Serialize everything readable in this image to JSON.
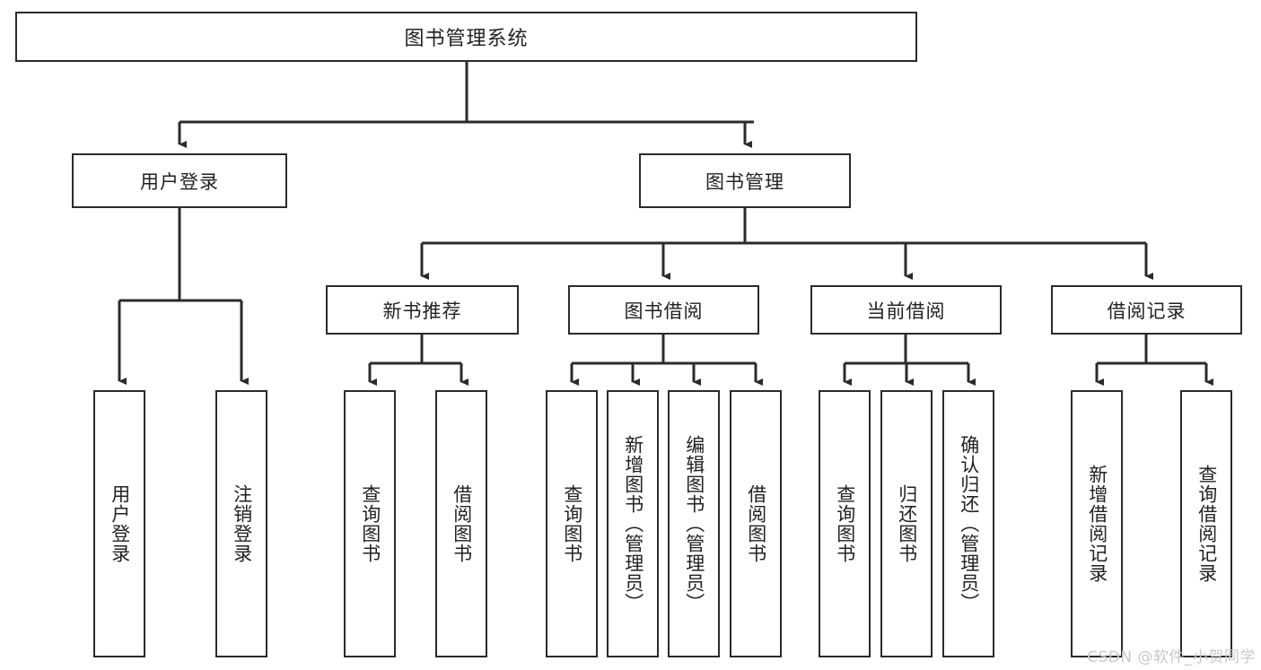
{
  "diagram": {
    "type": "tree-hierarchy",
    "title_node": {
      "label": "图书管理系统"
    },
    "level1": [
      {
        "label": "用户登录"
      },
      {
        "label": "图书管理"
      }
    ],
    "level2": [
      {
        "label": "新书推荐"
      },
      {
        "label": "图书借阅"
      },
      {
        "label": "当前借阅"
      },
      {
        "label": "借阅记录"
      }
    ],
    "leaves": [
      {
        "label": "用户登录"
      },
      {
        "label": "注销登录"
      },
      {
        "label": "查询图书"
      },
      {
        "label": "借阅图书"
      },
      {
        "label": "查询图书"
      },
      {
        "label": "新增图书（管理员）"
      },
      {
        "label": "编辑图书（管理员）"
      },
      {
        "label": "借阅图书"
      },
      {
        "label": "查询图书"
      },
      {
        "label": "归还图书"
      },
      {
        "label": "确认归还（管理员）"
      },
      {
        "label": "新增借阅记录"
      },
      {
        "label": "查询借阅记录"
      }
    ],
    "watermark": "CSDN @软件_小贺同学",
    "colors": {
      "stroke": "#2b2b2b",
      "fill": "#ffffff",
      "text": "#222222",
      "watermark": "#c9c9c9"
    }
  }
}
